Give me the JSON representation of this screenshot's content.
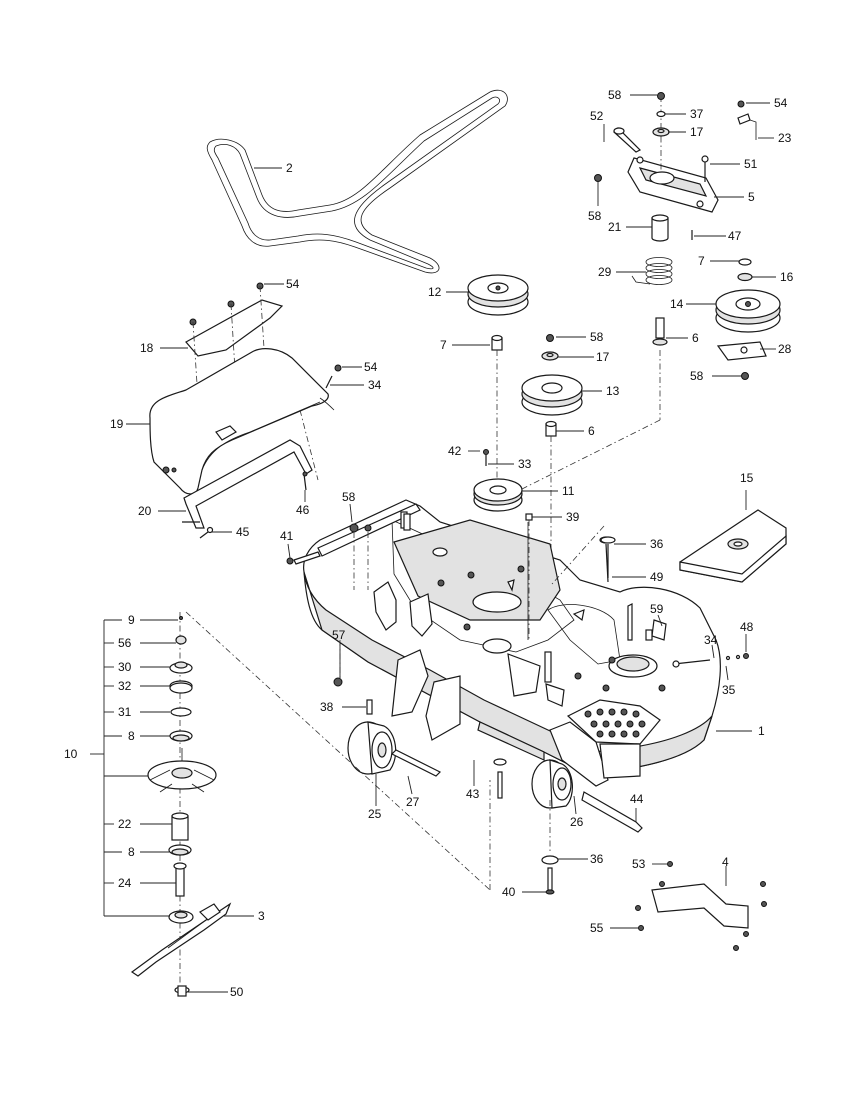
{
  "diagram": {
    "callouts": [
      {
        "id": "c2",
        "text": "2"
      },
      {
        "id": "c58a",
        "text": "58"
      },
      {
        "id": "c54a",
        "text": "54"
      },
      {
        "id": "c37",
        "text": "37"
      },
      {
        "id": "c52",
        "text": "52"
      },
      {
        "id": "c17a",
        "text": "17"
      },
      {
        "id": "c23",
        "text": "23"
      },
      {
        "id": "c51",
        "text": "51"
      },
      {
        "id": "c5",
        "text": "5"
      },
      {
        "id": "c58b",
        "text": "58"
      },
      {
        "id": "c21",
        "text": "21"
      },
      {
        "id": "c47",
        "text": "47"
      },
      {
        "id": "c7a",
        "text": "7"
      },
      {
        "id": "c16",
        "text": "16"
      },
      {
        "id": "c29",
        "text": "29"
      },
      {
        "id": "c14",
        "text": "14"
      },
      {
        "id": "c54b",
        "text": "54"
      },
      {
        "id": "c12",
        "text": "12"
      },
      {
        "id": "c6a",
        "text": "6"
      },
      {
        "id": "c28",
        "text": "28"
      },
      {
        "id": "c58c",
        "text": "58"
      },
      {
        "id": "c18",
        "text": "18"
      },
      {
        "id": "c7b",
        "text": "7"
      },
      {
        "id": "c58d",
        "text": "58"
      },
      {
        "id": "c17b",
        "text": "17"
      },
      {
        "id": "c54c",
        "text": "54"
      },
      {
        "id": "c34a",
        "text": "34"
      },
      {
        "id": "c13",
        "text": "13"
      },
      {
        "id": "c19",
        "text": "19"
      },
      {
        "id": "c6b",
        "text": "6"
      },
      {
        "id": "c42",
        "text": "42"
      },
      {
        "id": "c33",
        "text": "33"
      },
      {
        "id": "c11",
        "text": "11"
      },
      {
        "id": "c15",
        "text": "15"
      },
      {
        "id": "c58e",
        "text": "58"
      },
      {
        "id": "c20",
        "text": "20"
      },
      {
        "id": "c46",
        "text": "46"
      },
      {
        "id": "c45",
        "text": "45"
      },
      {
        "id": "c39",
        "text": "39"
      },
      {
        "id": "c36a",
        "text": "36"
      },
      {
        "id": "c41",
        "text": "41"
      },
      {
        "id": "c49",
        "text": "49"
      },
      {
        "id": "c9",
        "text": "9"
      },
      {
        "id": "c59",
        "text": "59"
      },
      {
        "id": "c48",
        "text": "48"
      },
      {
        "id": "c56",
        "text": "56"
      },
      {
        "id": "c34b",
        "text": "34"
      },
      {
        "id": "c57",
        "text": "57"
      },
      {
        "id": "c30",
        "text": "30"
      },
      {
        "id": "c35",
        "text": "35"
      },
      {
        "id": "c32",
        "text": "32"
      },
      {
        "id": "c38",
        "text": "38"
      },
      {
        "id": "c1",
        "text": "1"
      },
      {
        "id": "c31",
        "text": "31"
      },
      {
        "id": "c8a",
        "text": "8"
      },
      {
        "id": "c10",
        "text": "10"
      },
      {
        "id": "c43",
        "text": "43"
      },
      {
        "id": "c27",
        "text": "27"
      },
      {
        "id": "c25",
        "text": "25"
      },
      {
        "id": "c44",
        "text": "44"
      },
      {
        "id": "c22",
        "text": "22"
      },
      {
        "id": "c26",
        "text": "26"
      },
      {
        "id": "c8b",
        "text": "8"
      },
      {
        "id": "c36b",
        "text": "36"
      },
      {
        "id": "c53",
        "text": "53"
      },
      {
        "id": "c4",
        "text": "4"
      },
      {
        "id": "c24",
        "text": "24"
      },
      {
        "id": "c40",
        "text": "40"
      },
      {
        "id": "c3",
        "text": "3"
      },
      {
        "id": "c55",
        "text": "55"
      },
      {
        "id": "c50",
        "text": "50"
      }
    ]
  }
}
